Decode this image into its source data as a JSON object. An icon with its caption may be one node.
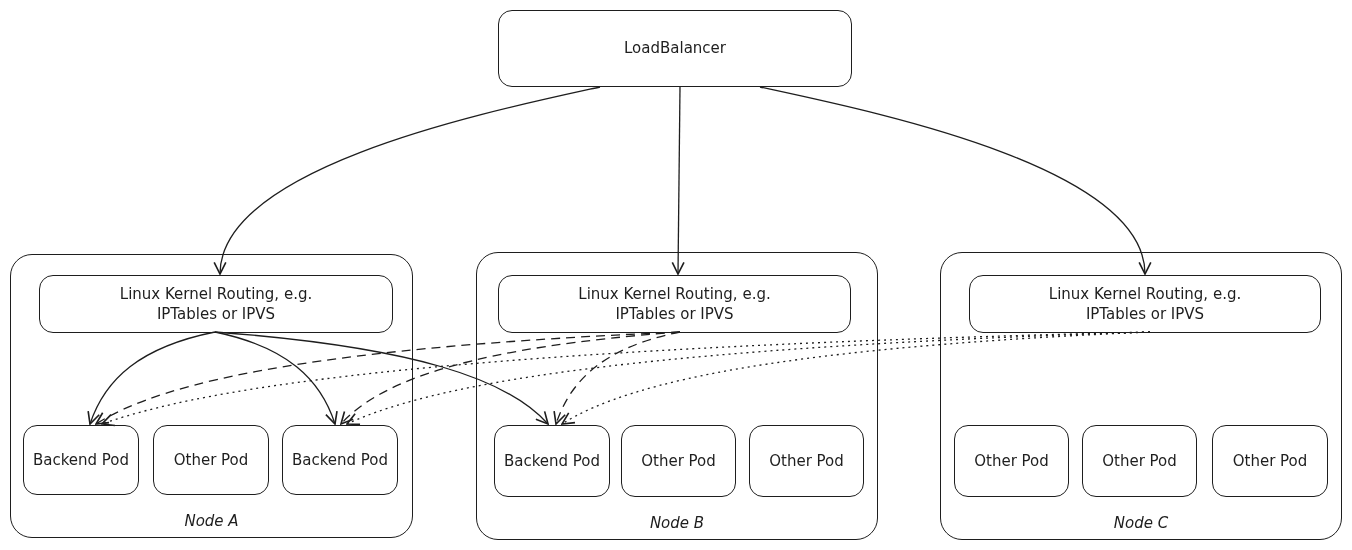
{
  "diagram": {
    "nodes": [
      {
        "text": [
          "LoadBalancer"
        ]
      },
      {
        "text": [
          "Node A"
        ]
      },
      {
        "text": [
          "Linux Kernel Routing, e.g. IPTables or IPVS"
        ],
        "in": 1
      },
      {
        "text": [
          "Backend Pod"
        ],
        "in": 1
      },
      {
        "text": [
          "Other Pod"
        ],
        "in": 1
      },
      {
        "text": [
          "Backend Pod"
        ],
        "in": 1
      },
      {
        "text": [
          "Node B"
        ]
      },
      {
        "text": [
          "Linux Kernel Routing, e.g. IPTables or IPVS"
        ],
        "in": 6
      },
      {
        "text": [
          "Backend Pod"
        ],
        "in": 6
      },
      {
        "text": [
          "Other Pod"
        ],
        "in": 6
      },
      {
        "text": [
          "Other Pod"
        ],
        "in": 6
      },
      {
        "text": [
          "Node C"
        ]
      },
      {
        "text": [
          "Linux Kernel Routing, e.g. IPTables or IPVS"
        ],
        "in": 11
      },
      {
        "text": [
          "Other Pod"
        ],
        "in": 11
      },
      {
        "text": [
          "Other Pod"
        ],
        "in": 11
      },
      {
        "text": [
          "Other Pod"
        ],
        "in": 11
      }
    ],
    "edges": [
      {
        "from": 0,
        "to": 2,
        "arrow": "to"
      },
      {
        "from": 0,
        "to": 7,
        "arrow": "to"
      },
      {
        "from": 0,
        "to": 12,
        "arrow": "to"
      },
      {
        "from": 2,
        "to": 3,
        "arrow": "to"
      },
      {
        "from": 2,
        "to": 5,
        "arrow": "to"
      },
      {
        "from": 2,
        "to": 8,
        "arrow": "to"
      },
      {
        "from": 7,
        "to": 3,
        "arrow": "to",
        "style": "dashed"
      },
      {
        "from": 7,
        "to": 5,
        "arrow": "to",
        "style": "dashed"
      },
      {
        "from": 7,
        "to": 8,
        "arrow": "to",
        "style": "dashed"
      },
      {
        "from": 12,
        "to": 3,
        "arrow": "to",
        "style": "dashed"
      },
      {
        "from": 12,
        "to": 5,
        "arrow": "to",
        "style": "dashed"
      },
      {
        "from": 12,
        "to": 8,
        "arrow": "to",
        "style": "dashed"
      }
    ]
  }
}
